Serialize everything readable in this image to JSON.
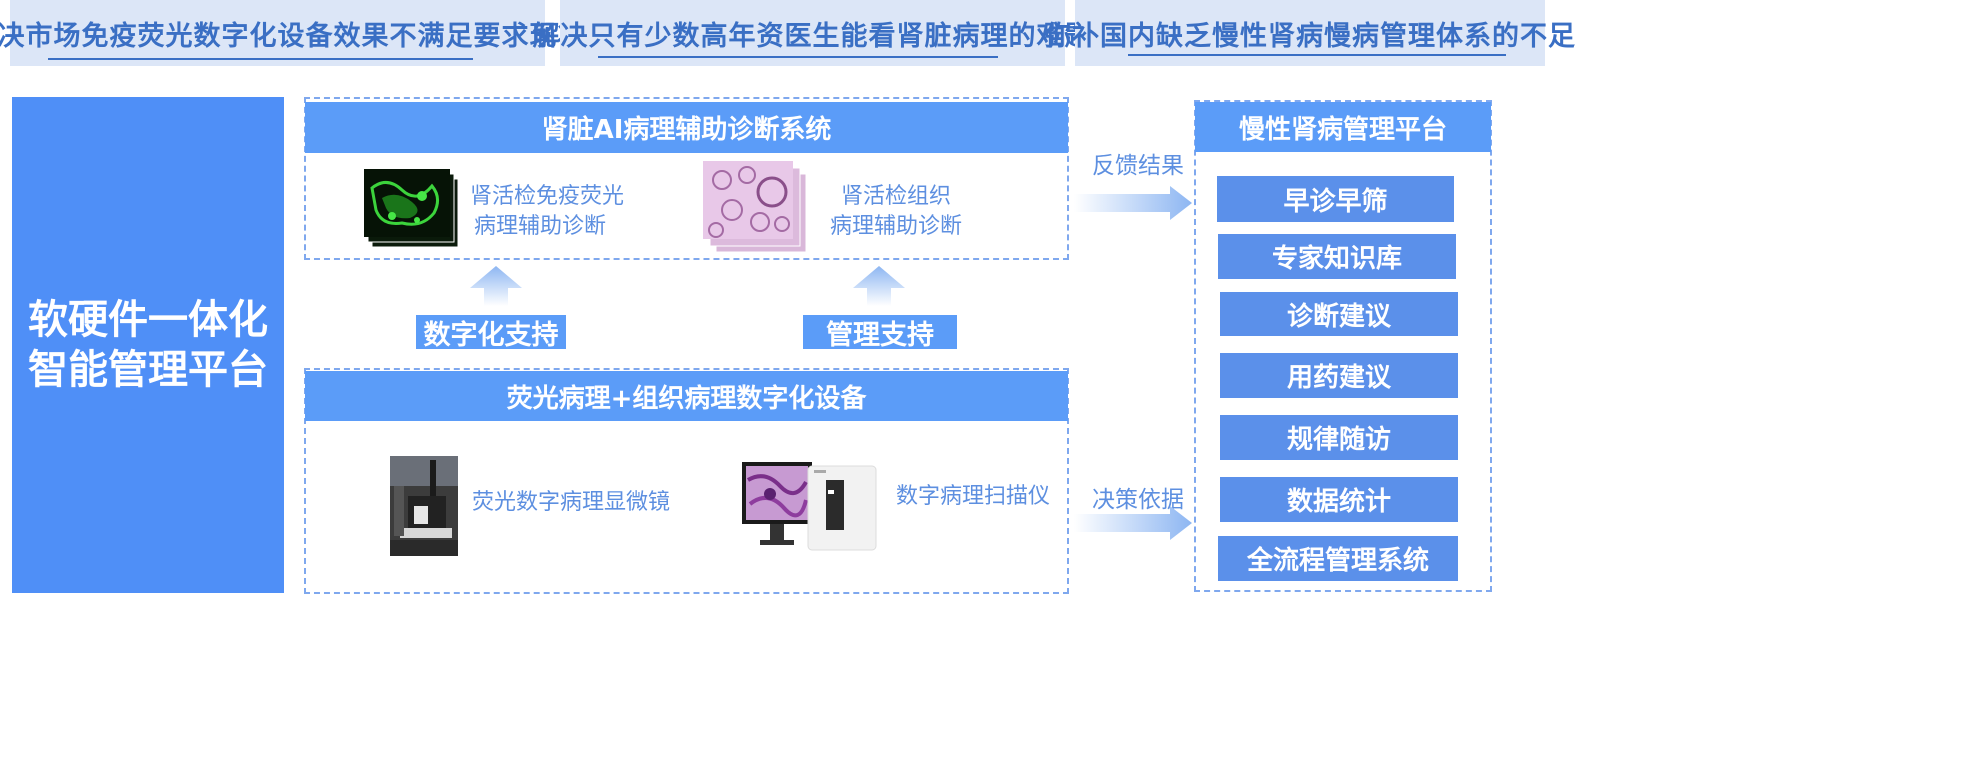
{
  "banners": [
    "解决市场免疫荧光数字化设备效果不满足要求现状",
    "解决只有少数高年资医生能看肾脏病理的难题",
    "弥补国内缺乏慢性肾病慢病管理体系的不足"
  ],
  "left_block": {
    "line1": "软硬件一体化",
    "line2": "智能管理平台"
  },
  "ai_system": {
    "title": "肾脏AI病理辅助诊断系统",
    "item1": {
      "line1": "肾活检免疫荧光",
      "line2": "病理辅助诊断"
    },
    "item2": {
      "line1": "肾活检组织",
      "line2": "病理辅助诊断"
    }
  },
  "supports": {
    "digital": "数字化支持",
    "management": "管理支持"
  },
  "devices": {
    "title": "荧光病理+组织病理数字化设备",
    "microscope": "荧光数字病理显微镜",
    "scanner": "数字病理扫描仪"
  },
  "arrows": {
    "feedback": "反馈结果",
    "decision": "决策依据"
  },
  "platform": {
    "title": "慢性肾病管理平台",
    "items": [
      "早诊早筛",
      "专家知识库",
      "诊断建议",
      "用药建议",
      "规律随访",
      "数据统计",
      "全流程管理系统"
    ]
  },
  "colors": {
    "primary": "#5b9cf8",
    "banner_bg": "#dce6f7",
    "text_blue": "#3a6fc4"
  }
}
